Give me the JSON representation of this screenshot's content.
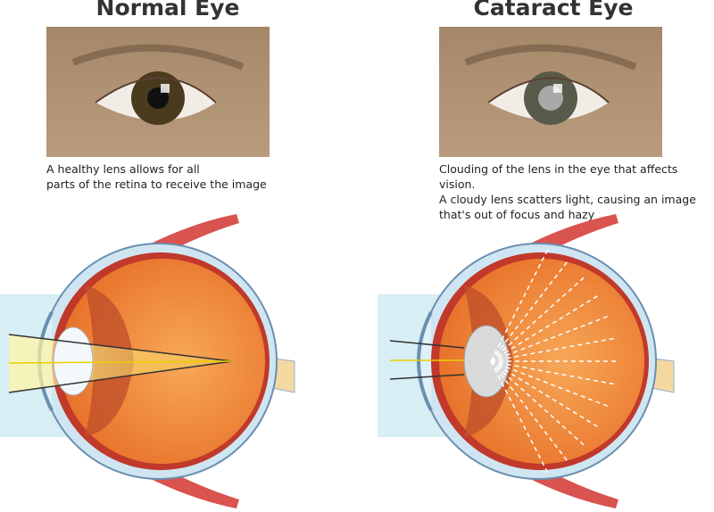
{
  "normal": {
    "title": "Normal Eye",
    "caption_lines": [
      "A healthy lens allows for all",
      "parts of the retina to receive the image"
    ]
  },
  "cataract": {
    "title": "Cataract Eye",
    "caption_lines": [
      "Clouding of the lens in the eye that affects vision.",
      "A cloudy lens scatters light, causing an image",
      "that's out of focus and hazy"
    ]
  },
  "colors": {
    "iris_normal": "#4a3a1e",
    "iris_cataract": "#5a5a4a",
    "eyeball": "#e8722a",
    "sclera_edge": "#c0392b",
    "light_bg": "#d6eef4",
    "light_beam": "#f5e34a"
  }
}
